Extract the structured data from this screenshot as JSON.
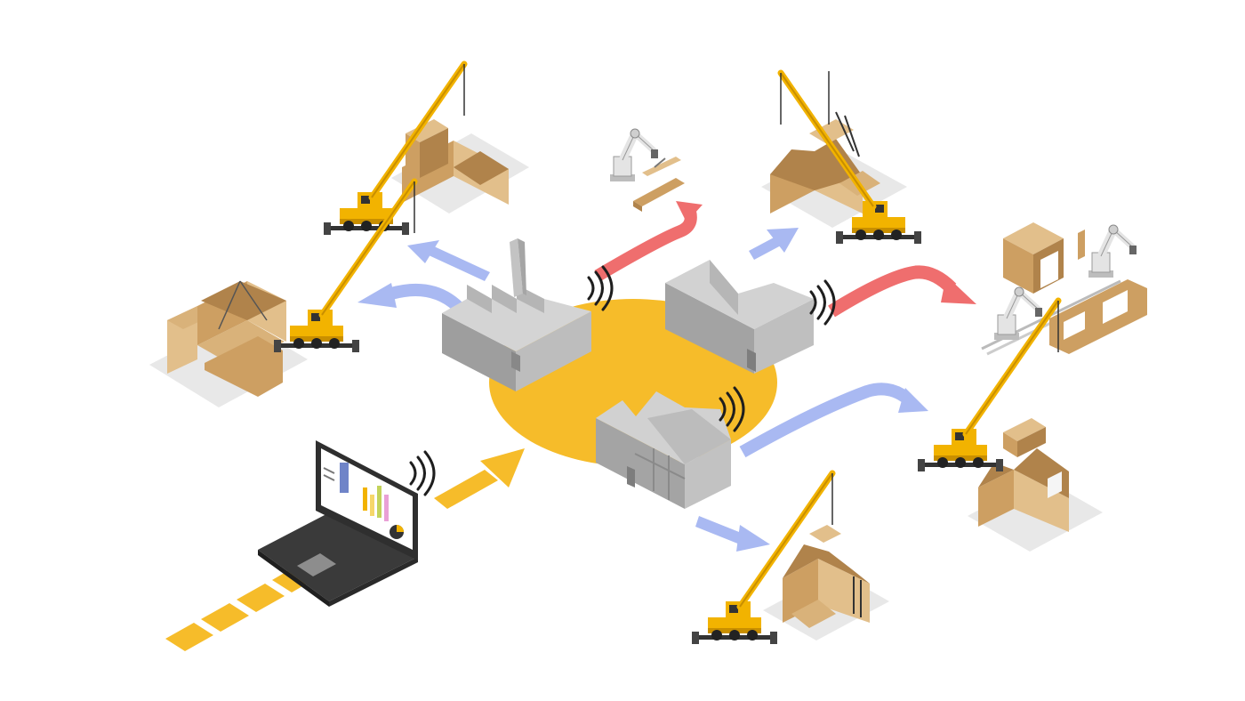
{
  "colors": {
    "hub_yellow": "#f6bc2a",
    "arrow_blue": "#a9b9f2",
    "arrow_red": "#ef6e6e",
    "arrow_yellow": "#f6bc2a",
    "factory_light": "#c8c8c8",
    "factory_mid": "#acacac",
    "factory_dark": "#8f8f8f",
    "wood_light": "#e2bf8b",
    "wood_mid": "#cd9f62",
    "wood_dark": "#b0834b",
    "crane_yellow": "#f2b300",
    "laptop_body": "#2f2f2f",
    "signal_black": "#1e1e1e"
  },
  "nodes": [
    {
      "id": "factory-1",
      "kind": "factory",
      "icon": "factory-sawtooth-icon"
    },
    {
      "id": "factory-2",
      "kind": "factory",
      "icon": "factory-gable-icon"
    },
    {
      "id": "factory-3",
      "kind": "factory",
      "icon": "factory-panel-icon"
    },
    {
      "id": "laptop",
      "kind": "planning-software",
      "icon": "laptop-chart-icon"
    },
    {
      "id": "site-top-left",
      "kind": "construction-site",
      "icon": "crane-house-icon"
    },
    {
      "id": "site-left",
      "kind": "construction-site",
      "icon": "crane-house-icon"
    },
    {
      "id": "site-top-right",
      "kind": "construction-site",
      "icon": "crane-house-icon"
    },
    {
      "id": "site-right",
      "kind": "construction-site",
      "icon": "crane-house-icon"
    },
    {
      "id": "site-bottom",
      "kind": "construction-site",
      "icon": "crane-house-icon"
    },
    {
      "id": "robot-beam",
      "kind": "robotic-fabrication",
      "icon": "robot-arm-icon"
    },
    {
      "id": "robot-panels",
      "kind": "robotic-fabrication",
      "icon": "robot-arm-icon"
    }
  ],
  "flows": [
    {
      "from": "laptop",
      "to": "factory-3",
      "color": "arrow_yellow"
    },
    {
      "from": "factory-1",
      "to": "site-top-left",
      "color": "arrow_blue"
    },
    {
      "from": "factory-1",
      "to": "site-left",
      "color": "arrow_blue"
    },
    {
      "from": "factory-1",
      "to": "robot-beam",
      "color": "arrow_red"
    },
    {
      "from": "factory-2",
      "to": "site-top-right",
      "color": "arrow_blue"
    },
    {
      "from": "factory-2",
      "to": "robot-panels",
      "color": "arrow_red"
    },
    {
      "from": "factory-3",
      "to": "site-right",
      "color": "arrow_blue"
    },
    {
      "from": "factory-3",
      "to": "site-bottom",
      "color": "arrow_blue"
    }
  ]
}
